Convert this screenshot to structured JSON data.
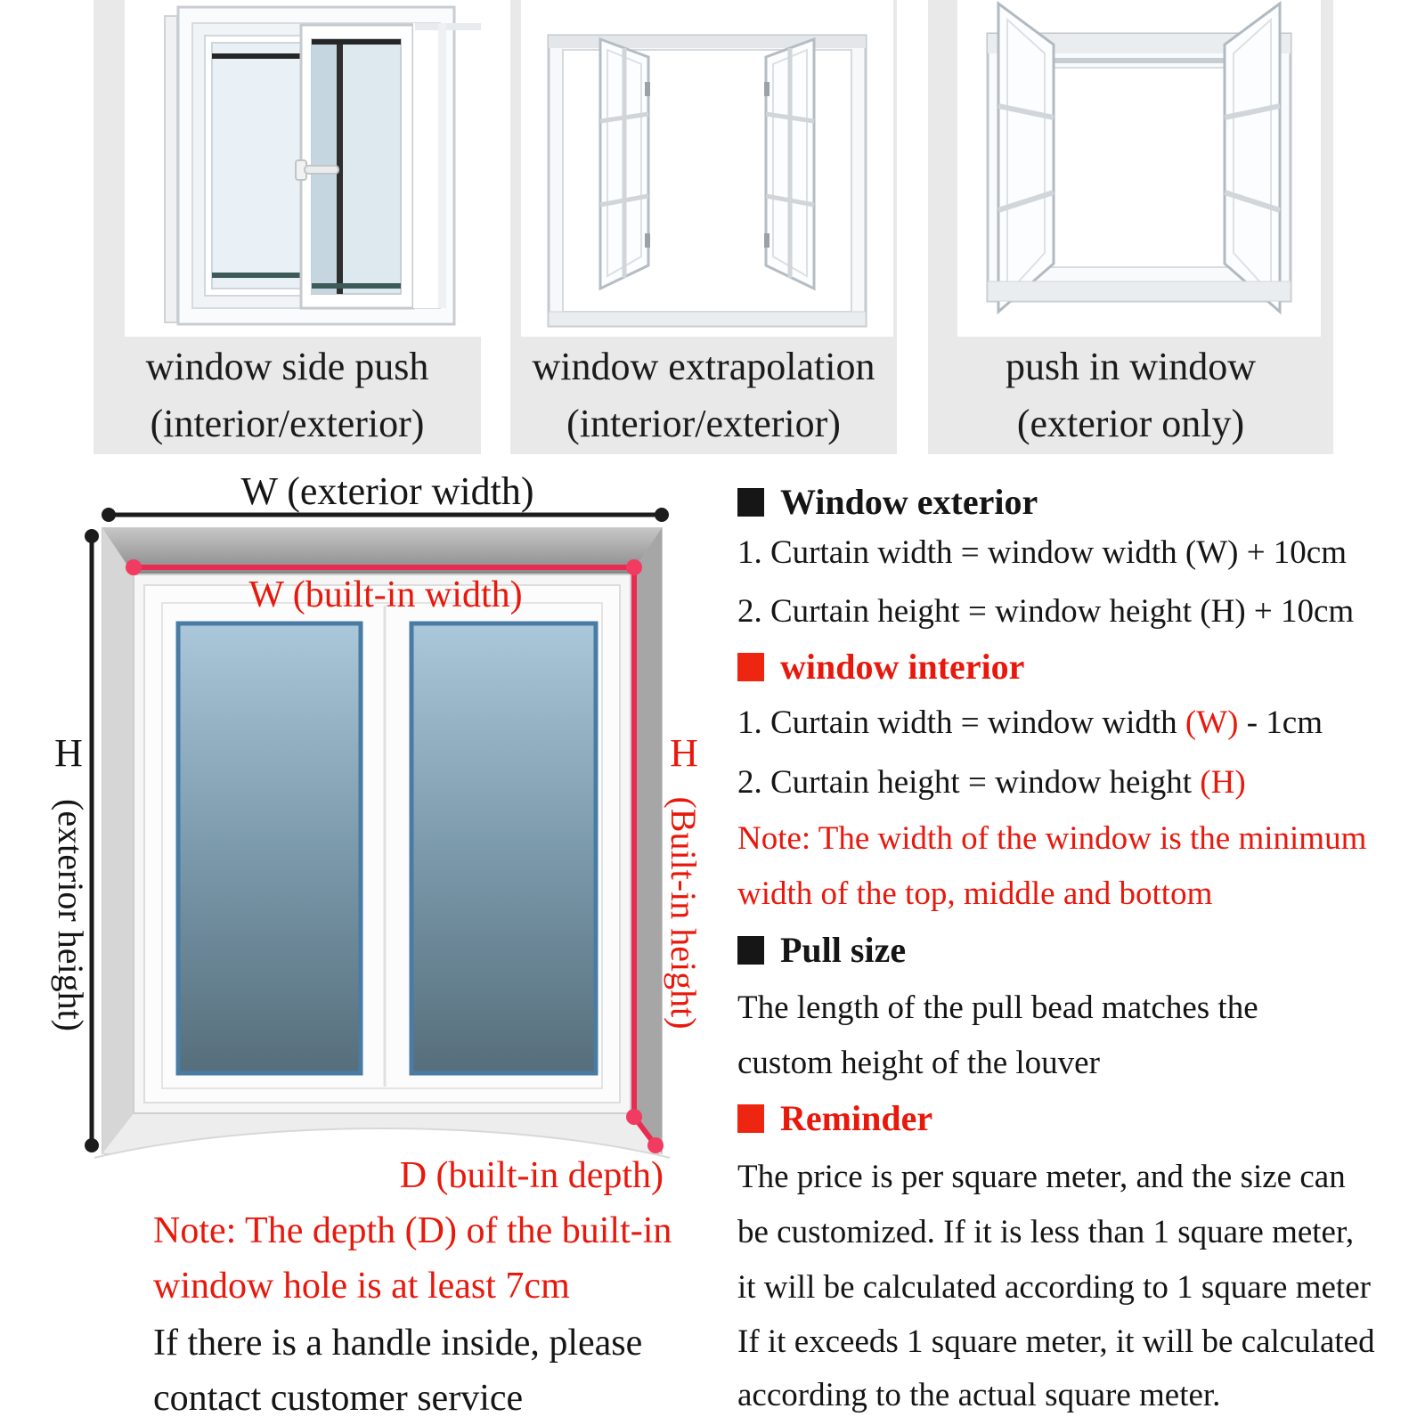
{
  "panels": [
    {
      "caption_line1": "window side push",
      "caption_line2": "(interior/exterior)"
    },
    {
      "caption_line1": "window extrapolation",
      "caption_line2": "(interior/exterior)"
    },
    {
      "caption_line1": "push in window",
      "caption_line2": "(exterior only)"
    }
  ],
  "diagram": {
    "exterior_width_label": "W (exterior width)",
    "builtin_width_label": "W (built-in width)",
    "exterior_height_h": "H",
    "exterior_height_label": "(exterior height)",
    "builtin_height_h": "H",
    "builtin_height_label": "(Built-in height)",
    "builtin_depth_label": "D (built-in depth)",
    "depth_note_line1": "Note: The depth (D) of the built-in",
    "depth_note_line2": "window hole is at least 7cm",
    "handle_note_line1": "If there is a handle inside, please",
    "handle_note_line2": "contact customer service"
  },
  "instructions": {
    "exterior": {
      "title": "Window exterior",
      "line1": "1. Curtain width = window width (W) + 10cm",
      "line2": "2. Curtain height = window height (H) + 10cm"
    },
    "interior": {
      "title": "window interior",
      "line1_pre": "1. Curtain width = window width ",
      "line1_red": "(W)",
      "line1_post": " - 1cm",
      "line2_pre": "2. Curtain height = window height ",
      "line2_red": "(H)",
      "note_line1": "Note: The width of the window is the minimum",
      "note_line2": "width of the top, middle and bottom"
    },
    "pull": {
      "title": "Pull size",
      "line1": "The length of the pull bead matches the",
      "line2": "custom height of the louver"
    },
    "reminder": {
      "title": "Reminder",
      "line1": "The price is per square meter, and the size can",
      "line2": "be customized. If it is less than 1 square meter,",
      "line3": "it will be calculated according to 1 square meter",
      "line4": "If it exceeds 1 square meter, it will be calculated",
      "line5": "according to the actual square meter."
    }
  },
  "colors": {
    "red_text": "#e8180c",
    "bullet_red": "#ee2511",
    "bullet_black": "#161616",
    "measure_line_rose": "#ea2a50",
    "caption_bg": "#e9e9e9",
    "glass_top": "#abc7da",
    "glass_bottom": "#566e7b"
  }
}
